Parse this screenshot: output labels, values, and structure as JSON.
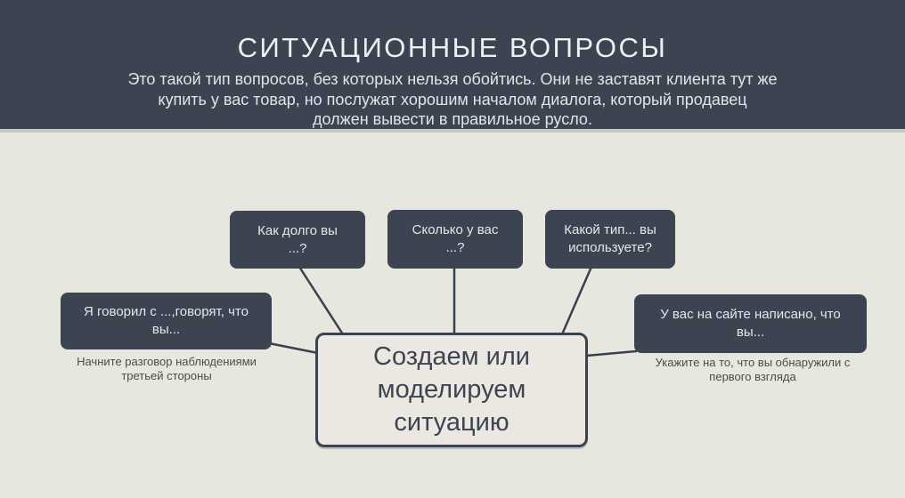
{
  "header": {
    "title": "СИТУАЦИОННЫЕ ВОПРОСЫ",
    "subtitle": "Это такой тип вопросов, без которых нельзя обойтись. Они не заставят клиента тут же купить у вас товар, но послужат хорошим началом диалога, который продавец должен вывести в правильное русло.",
    "subtitle_lines": [
      "Это такой тип вопросов, без которых нельзя обойтись. Они не заставят клиента тут же",
      "купить у вас товар, но послужат хорошим началом диалога, который продавец",
      "должен вывести в правильное русло."
    ]
  },
  "diagram": {
    "center": {
      "label": "Создаем или моделируем ситуацию",
      "lines": [
        "Создаем или",
        "моделируем",
        "ситуацию"
      ]
    },
    "top_nodes": [
      {
        "label": "Как долго вы ...?",
        "lines": [
          "Как долго вы",
          "...?"
        ]
      },
      {
        "label": "Сколько у вас ...?",
        "lines": [
          "Сколько у вас",
          "...?"
        ]
      },
      {
        "label": "Какой тип... вы используете?",
        "lines": [
          "Какой тип... вы",
          "используете?"
        ]
      }
    ],
    "side_nodes": [
      {
        "label": "Я говорил с ...,говорят, что вы...",
        "lines": [
          "Я говорил с ...,говорят, что",
          "вы..."
        ],
        "caption": "Начните разговор наблюдениями третьей стороны",
        "caption_lines": [
          "Начните разговор наблюдениями",
          "третьей стороны"
        ]
      },
      {
        "label": "У вас на сайте написано, что вы...",
        "lines": [
          "У вас на сайте написано, что",
          "вы..."
        ],
        "caption": "Укажите на то, что вы обнаружили с первого взгляда",
        "caption_lines": [
          "Укажите на то, что вы обнаружили с",
          "первого взгляда"
        ]
      }
    ]
  },
  "colors": {
    "header_bg": "#3d4451",
    "header_divider": "#c6c7c1",
    "body_bg": "#e8e7df",
    "node_bg": "#3d4451",
    "node_text": "#e5e7e9",
    "caption_text": "#4c4c48",
    "center_border": "#3b4250",
    "center_text": "#3e4552",
    "connector": "#394050"
  }
}
